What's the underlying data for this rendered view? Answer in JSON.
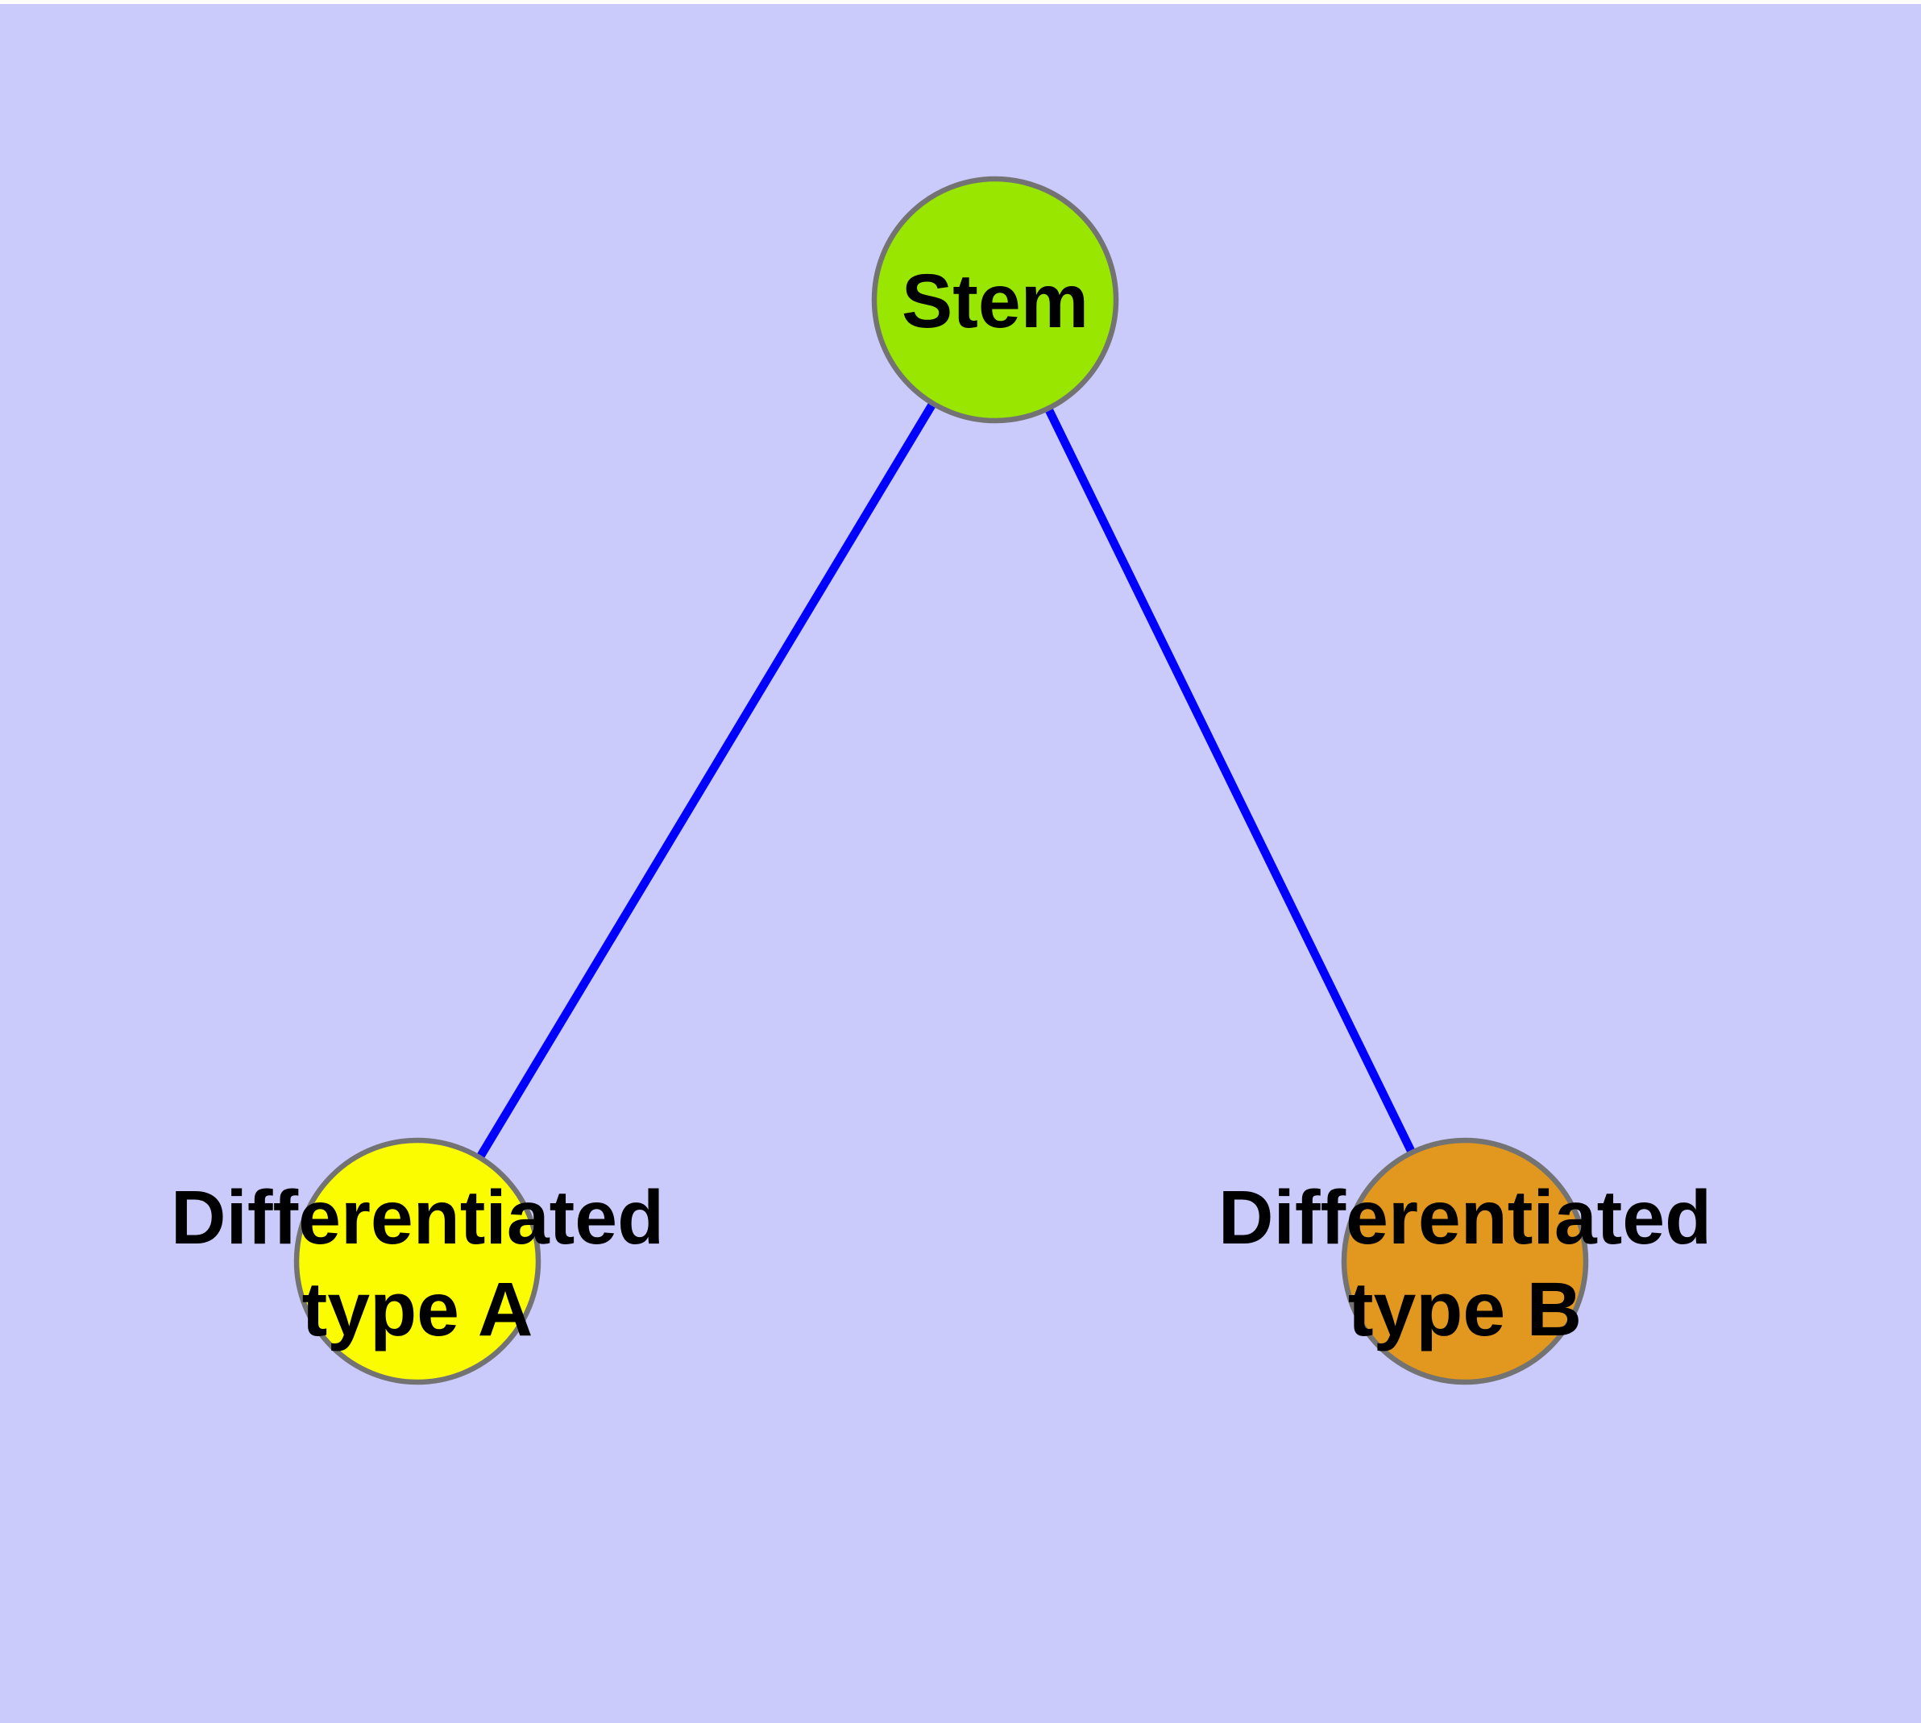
{
  "canvas": {
    "background_color": "#CACAFB",
    "top_margin_color": "#FFFFFF",
    "text_color": "#000000"
  },
  "edges": {
    "color": "#0000FF",
    "width": "10.5",
    "items": [
      {
        "from": "stem",
        "to": "differentiated-type-a"
      },
      {
        "from": "stem",
        "to": "differentiated-type-b"
      }
    ]
  },
  "nodes": {
    "stem": {
      "label": "Stem",
      "fill": "#99E600",
      "border_color": "#737373",
      "border_width": "6.5"
    },
    "type_a": {
      "label_line1": "Differentiated",
      "label_line2": "type A",
      "fill": "#FCFC00",
      "border_color": "#737373",
      "border_width": "6.5"
    },
    "type_b": {
      "label_line1": "Differentiated",
      "label_line2": "type B",
      "fill": "#E2981E",
      "border_color": "#737373",
      "border_width": "6.5"
    }
  }
}
